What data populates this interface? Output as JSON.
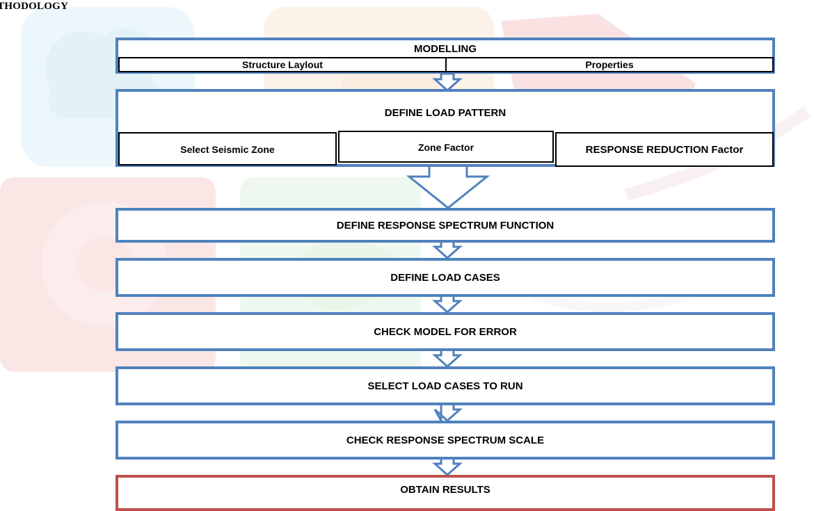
{
  "heading": "ETHODOLOGY",
  "colors": {
    "box_border": "#4f81bd",
    "final_border": "#c0504d",
    "arrow_stroke": "#4f81bd",
    "watermark_blue": "#7ec8e3",
    "watermark_orange": "#f6b07a",
    "watermark_red": "#ef7f7f",
    "watermark_green": "#9fd39a"
  },
  "steps": {
    "modelling": {
      "title": "MODELLING",
      "parts": [
        "Structure Laylout",
        "Properties"
      ]
    },
    "load_pattern": {
      "title": "DEFINE LOAD PATTERN",
      "parts": [
        "Select Seismic Zone",
        "Zone Factor",
        "RESPONSE REDUCTION Factor"
      ]
    },
    "response_spectrum_function": "DEFINE RESPONSE SPECTRUM FUNCTION",
    "load_cases": "DEFINE LOAD CASES",
    "check_model": "CHECK MODEL FOR ERROR",
    "select_cases": "SELECT LOAD CASES TO RUN",
    "check_scale": "CHECK RESPONSE SPECTRUM SCALE",
    "results": "OBTAIN RESULTS"
  },
  "watermark_icons": [
    "cloud-chip-icon",
    "lightbulb-icon",
    "shield-icon",
    "gear-icon",
    "leaf-icon"
  ]
}
